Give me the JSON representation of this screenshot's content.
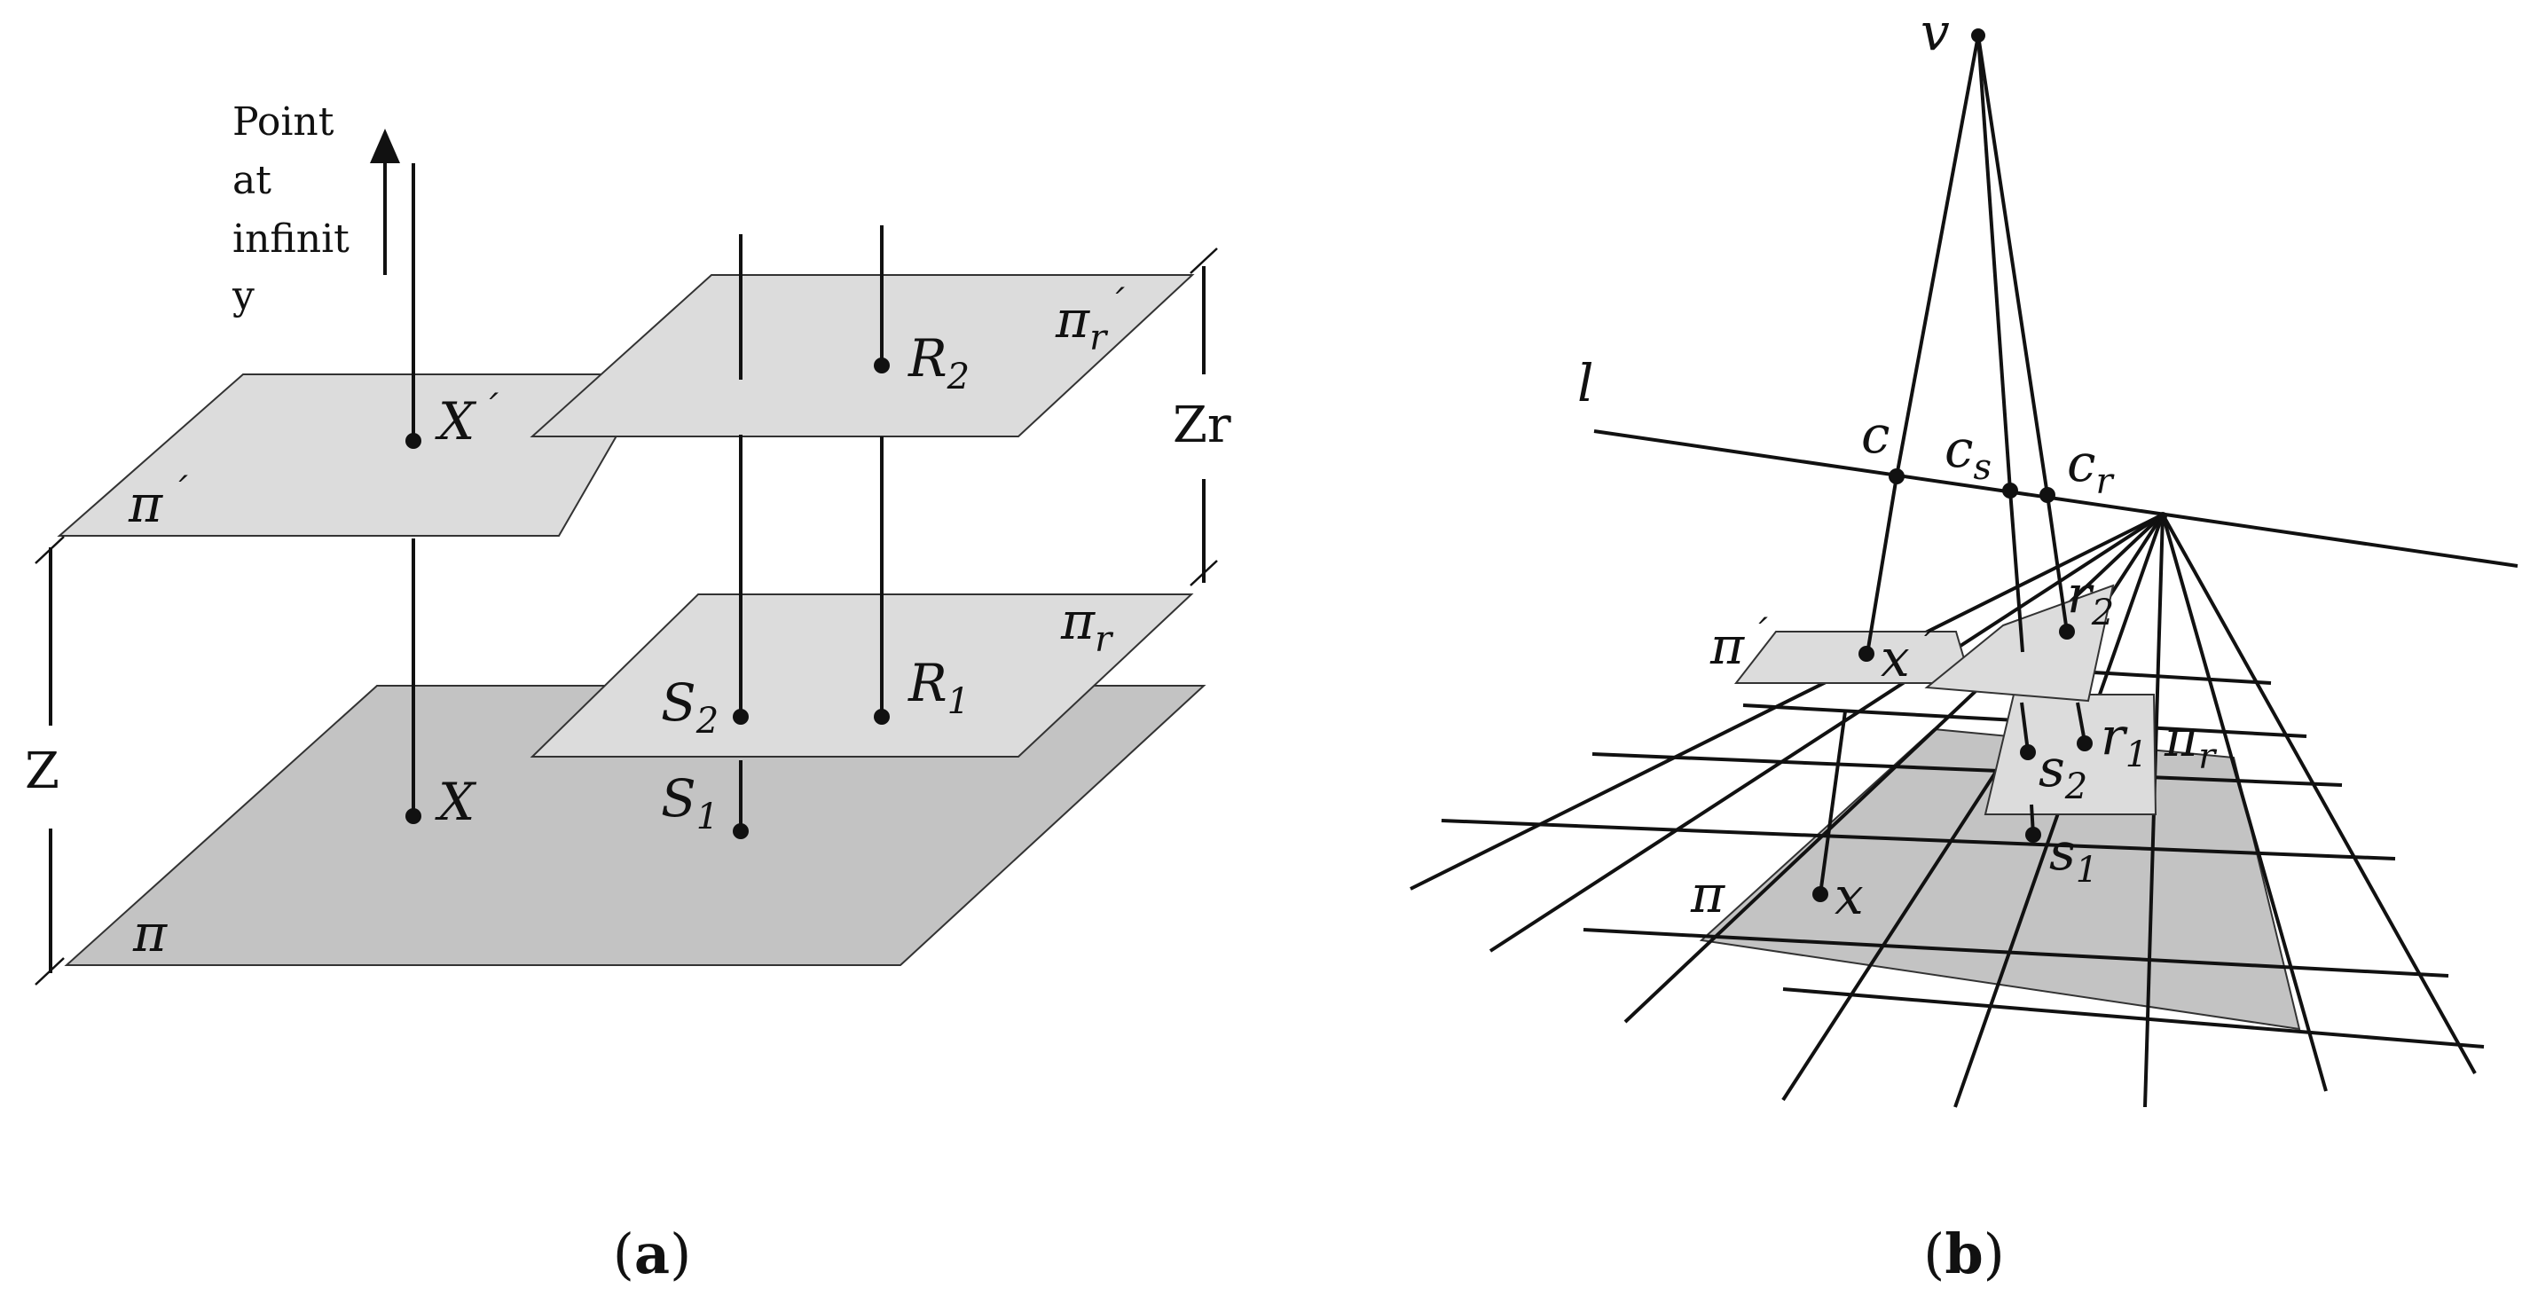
{
  "panel_a": {
    "caption_open": "(",
    "caption_letter": "a",
    "caption_close": ")",
    "infinity_note": [
      "Point",
      "at",
      "infinit",
      "y"
    ],
    "planes": {
      "pi": "π",
      "pi_prime": "π",
      "pi_prime_mark": "´",
      "pi_r": "π",
      "pi_r_sub": "r",
      "pi_r_prime": "π",
      "pi_r_prime_sub": "r",
      "pi_r_prime_mark": "´"
    },
    "points": {
      "X": "X",
      "X_prime": "X",
      "X_prime_mark": "´",
      "R2": "R",
      "R2_sub": "2",
      "R1": "R",
      "R1_sub": "1",
      "S2": "S",
      "S2_sub": "2",
      "S1": "S",
      "S1_sub": "1"
    },
    "dimensions": {
      "Z": "Z",
      "Zr": "Zr"
    }
  },
  "panel_b": {
    "caption_open": "(",
    "caption_letter": "b",
    "caption_close": ")",
    "labels": {
      "v": "v",
      "l": "l",
      "c": "c",
      "cs": "c",
      "cs_sub": "s",
      "cr": "c",
      "cr_sub": "r",
      "pi_prime": "π",
      "pi_prime_mark": "´",
      "x_prime": "x",
      "x_prime_mark": "´",
      "r2": "r",
      "r2_sub": "2",
      "r1": "r",
      "r1_sub": "1",
      "pi_r": "π",
      "pi_r_sub": "r",
      "s2": "s",
      "s2_sub": "2",
      "s1": "s",
      "s1_sub": "1",
      "pi": "π",
      "x": "x"
    }
  },
  "colors": {
    "light_plane": "#dcdcdc",
    "dark_plane": "#c3c3c3",
    "ink": "#111111"
  }
}
